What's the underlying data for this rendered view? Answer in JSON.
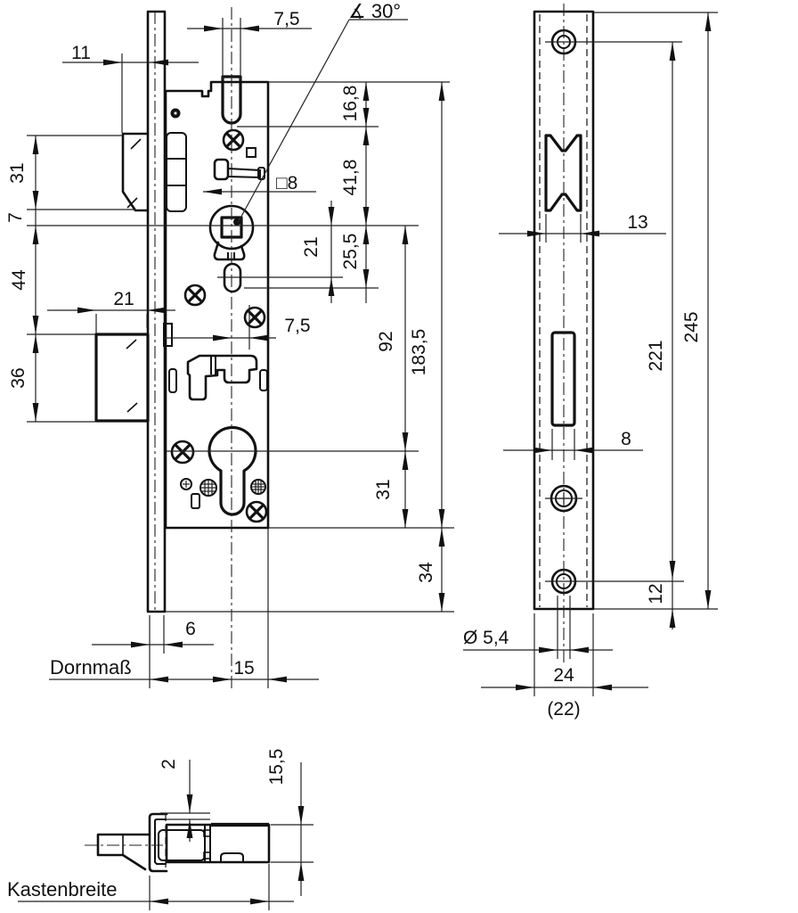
{
  "front_view": {
    "dim_11": "11",
    "dim_7_5_top": "7,5",
    "angle_30": "∡ 30°",
    "dim_31_latch": "31",
    "dim_7": "7",
    "dim_44": "44",
    "dim_21_deadbolt": "21",
    "dim_36": "36",
    "dim_16_8": "16,8",
    "dim_41_8": "41,8",
    "square_8": "□8",
    "dim_21_right": "21",
    "dim_25_5": "25,5",
    "dim_7_5_mid": "7,5",
    "dim_92": "92",
    "dim_183_5": "183,5",
    "dim_31_cylinder": "31",
    "dim_34": "34",
    "dim_6": "6",
    "dim_15": "15",
    "label_backset": "Dornmaß"
  },
  "faceplate_view": {
    "dim_13": "13",
    "dim_245": "245",
    "dim_221": "221",
    "dim_8": "8",
    "dim_12": "12",
    "dim_hole_dia": "Ø 5,4",
    "dim_24": "24",
    "dim_22": "(22)"
  },
  "section_view": {
    "dim_2": "2",
    "dim_15_5": "15,5",
    "label_case_width": "Kastenbreite"
  }
}
